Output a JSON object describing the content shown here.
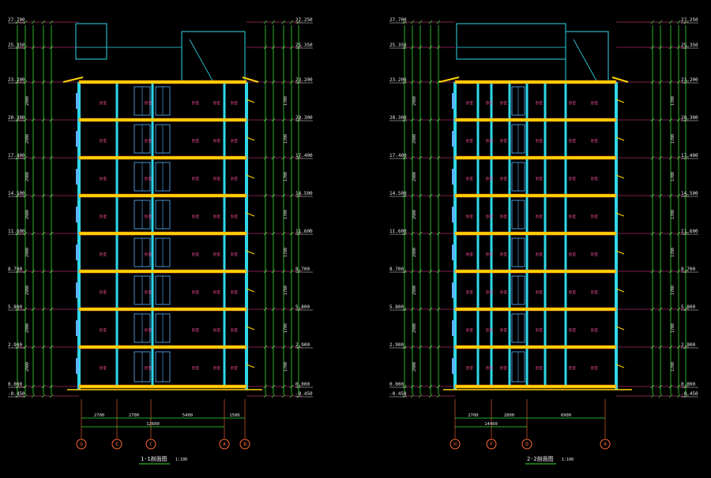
{
  "drawing": {
    "background": "#000000",
    "colors": {
      "slab": "#ffd400",
      "slab_edge": "#ff6a2a",
      "wall": "#2fd8e8",
      "window": "#5ab4ff",
      "dim": "#2fe02f",
      "level": "#ff3ca0",
      "axis": "#ff6a3a",
      "text": "#e8e8e8"
    },
    "sections": [
      {
        "title": "1-1剖面图",
        "scale": "1:100",
        "elevation_labels": [
          "27.700",
          "25.350",
          "23.200",
          "20.300",
          "17.400",
          "14.500",
          "11.600",
          "8.700",
          "5.800",
          "2.900",
          "0.000",
          "-0.450"
        ],
        "right_elevation_labels": [
          "27.250",
          "25.350",
          "23.200",
          "20.300",
          "17.400",
          "14.500",
          "11.600",
          "8.700",
          "5.800",
          "2.900",
          "0.000",
          "-0.450"
        ],
        "bottom_dims": [
          "2700",
          "2700",
          "5400",
          "1500"
        ],
        "total_dim": "12600",
        "axes": [
          "G",
          "E",
          "C",
          "A",
          "B"
        ]
      },
      {
        "title": "2-2剖面图",
        "scale": "1:100",
        "elevation_labels": [
          "27.700",
          "25.350",
          "23.200",
          "20.300",
          "17.400",
          "14.500",
          "11.600",
          "8.700",
          "5.800",
          "2.900",
          "0.000",
          "-0.450"
        ],
        "right_elevation_labels": [
          "27.250",
          "25.350",
          "23.200",
          "20.300",
          "17.400",
          "14.500",
          "11.600",
          "8.700",
          "5.800",
          "2.900",
          "0.000",
          "-0.450"
        ],
        "bottom_dims": [
          "2700",
          "2800",
          "6900"
        ],
        "total_dim": "14400",
        "axes": [
          "H",
          "F",
          "D",
          "A"
        ]
      }
    ],
    "room_label": "卧室"
  }
}
